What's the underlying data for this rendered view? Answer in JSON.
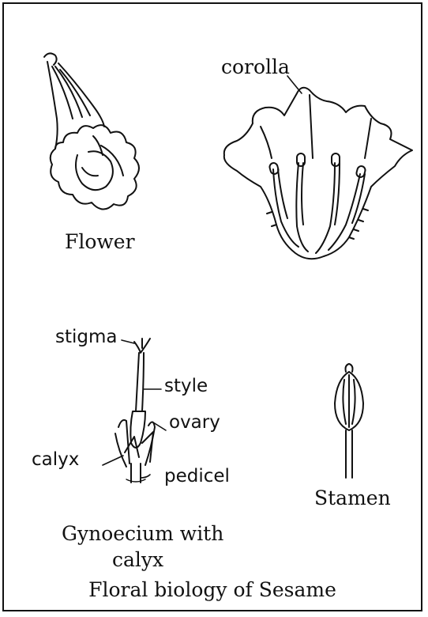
{
  "labels": {
    "corolla": "corolla",
    "flower": "Flower",
    "stigma": "stigma",
    "style": "style",
    "ovary": "ovary",
    "calyx": "calyx",
    "pedicel": "pedicel",
    "stamen": "Stamen",
    "gynoecium_line1": "Gynoecium with",
    "gynoecium_line2": "calyx"
  },
  "caption": "Floral biology of Sesame"
}
